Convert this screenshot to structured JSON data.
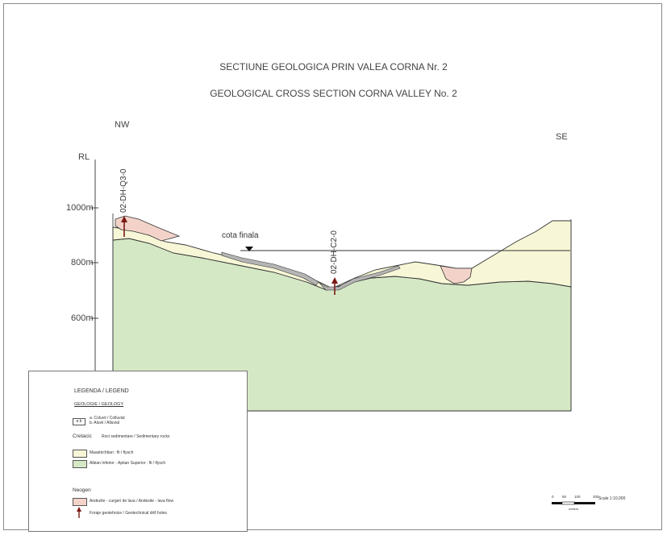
{
  "title": "SECTIUNE GEOLOGICA PRIN VALEA CORNA Nr. 2",
  "subtitle": "GEOLOGICAL CROSS SECTION CORNA VALLEY No. 2",
  "directions": {
    "left": "NW",
    "right": "SE"
  },
  "axis": {
    "label": "RL",
    "ticks": [
      "1000m",
      "800m",
      "600m"
    ]
  },
  "annotations": {
    "final_level": "cota finala",
    "drillholes": [
      "02-DH-Q3-0",
      "02-DH-C2-0"
    ]
  },
  "legend": {
    "title": "LEGENDA / LEGEND",
    "geology_header": "GEOLOGIE / GEOLOGY",
    "ab_box": "a b",
    "quaternary_a": "a. Coluvii / Colluvial",
    "quaternary_b": "b. Aluvii / Alluvial",
    "cretaceous": "Cretacic",
    "cretaceous_sub": "Roci sedimentare / Sedimentary rocks",
    "unit_maastrichtian": "Maastrichtian : fli / flysch",
    "unit_albian": "Albian Inferior - Aptian Superior : fli / flysch",
    "neogene": "Neogen",
    "unit_andesite": "Andezite - curgeri de lava / Andesite - lava flow",
    "drillholes": "Foraje geotehnice / Geotechnical drill holes"
  },
  "scale": {
    "ticks": [
      "0",
      "50",
      "100",
      "200"
    ],
    "unit": "meters",
    "label": "Scale 1:10,000"
  },
  "colors": {
    "albian": "#d5e8c5",
    "maastrichtian": "#f7f7d7",
    "andesite": "#f3d3c9",
    "alluvium": "#b5b5b5",
    "drill_arrow": "#7a1a14",
    "outline": "#333333"
  }
}
